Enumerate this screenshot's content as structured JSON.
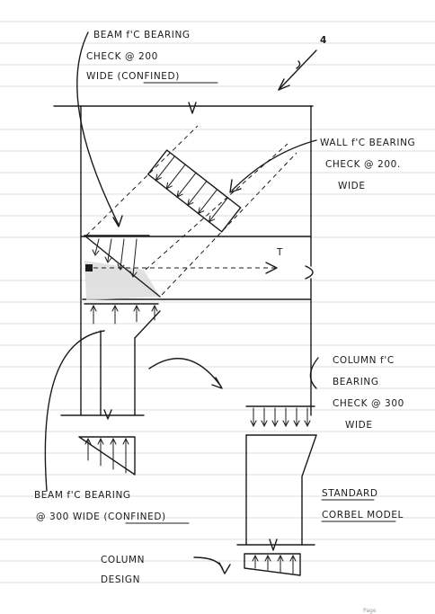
{
  "annotations": {
    "beam_confined": [
      "BEAM f'C BEARING",
      "CHECK @ 200",
      "WIDE (CONFINED)"
    ],
    "wall": [
      "WALL f'C BEARING",
      "CHECK @ 200.",
      "WIDE"
    ],
    "beam_300": [
      "BEAM f'C BEARING",
      "@ 300 WIDE (CONFINED)"
    ],
    "column_check": [
      "COLUMN f'C",
      "BEARING",
      "CHECK @ 300",
      "WIDE"
    ],
    "standard_model": [
      "STANDARD",
      "CORBEL MODEL"
    ],
    "column_design": [
      "COLUMN",
      "DESIGN"
    ],
    "tie_label": "T",
    "corner_mark": "4"
  },
  "footer": {
    "page_label": "Page"
  }
}
